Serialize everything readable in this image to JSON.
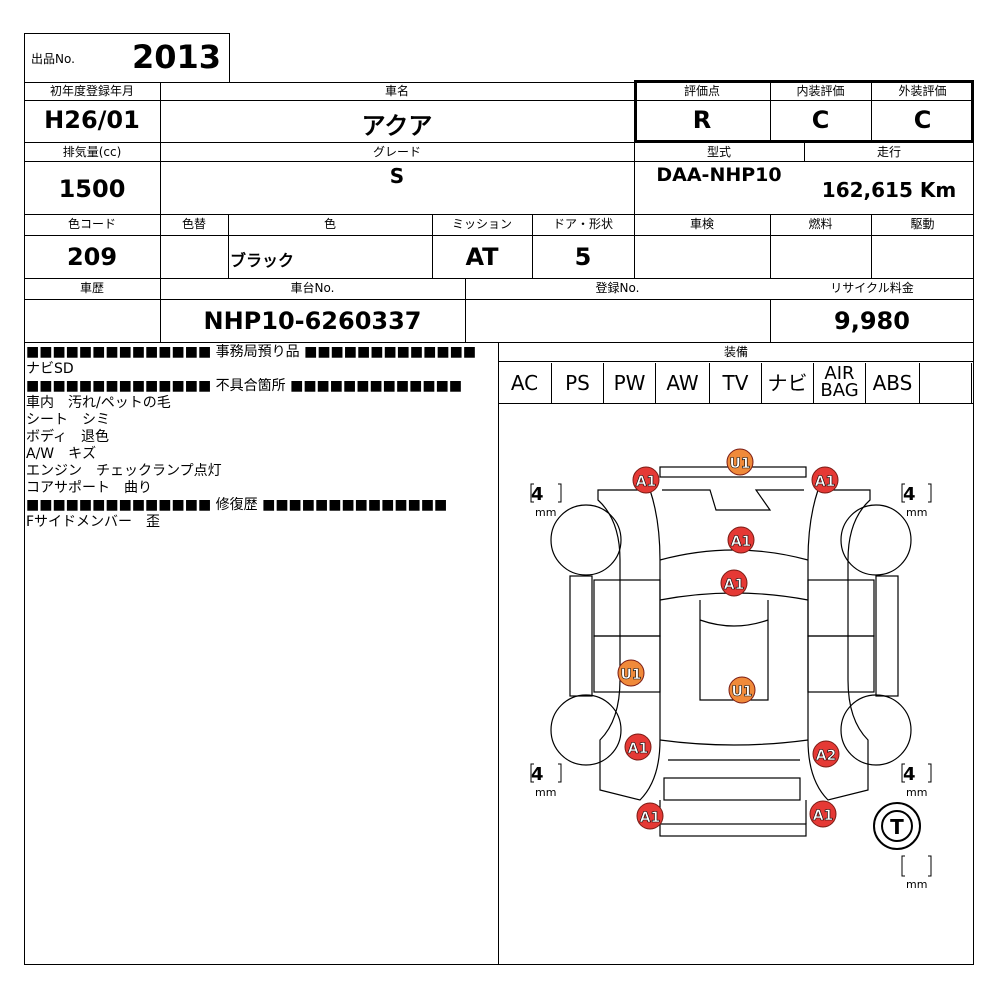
{
  "listing": {
    "label": "出品No.",
    "value": "2013"
  },
  "headers": {
    "first_reg": "初年度登録年月",
    "car_name": "車名",
    "score": "評価点",
    "interior": "内装評価",
    "exterior": "外装評価",
    "displacement": "排気量(cc)",
    "grade": "グレード",
    "model": "型式",
    "mileage": "走行",
    "color_code": "色コード",
    "repaint": "色替",
    "color": "色",
    "transmission": "ミッション",
    "doors": "ドア・形状",
    "inspection": "車検",
    "fuel": "燃料",
    "drive": "駆動",
    "history": "車歴",
    "chassis": "車台No.",
    "registration": "登録No.",
    "recycle": "リサイクル料金"
  },
  "values": {
    "first_reg": "H26/01",
    "car_name": "アクア",
    "score": "R",
    "interior": "C",
    "exterior": "C",
    "displacement": "1500",
    "grade": "S",
    "model": "DAA-NHP10",
    "mileage": "162,615 Km",
    "color_code": "209",
    "repaint": "",
    "color": "ブラック",
    "transmission": "AT",
    "doors": "5",
    "inspection": "",
    "fuel": "",
    "drive": "",
    "history": "",
    "chassis": "NHP10-6260337",
    "registration": "",
    "recycle": "9,980"
  },
  "notes": {
    "sec1_title": "■■■■■■■■■■■■■■ 事務局預り品 ■■■■■■■■■■■■■",
    "sec1_lines": [
      "ナビSD"
    ],
    "sec2_title": "■■■■■■■■■■■■■■ 不具合箇所 ■■■■■■■■■■■■■",
    "sec2_lines": [
      "車内　汚れ/ペットの毛",
      "シート　シミ",
      "ボディ　退色",
      "A/W　キズ",
      "エンジン　チェックランプ点灯",
      "コアサポート　曲り"
    ],
    "sec3_title": "■■■■■■■■■■■■■■ 修復歴 ■■■■■■■■■■■■■■",
    "sec3_lines": [
      "Fサイドメンバー　歪"
    ]
  },
  "equipment": {
    "title": "装備",
    "items": [
      "AC",
      "PS",
      "PW",
      "AW",
      "TV",
      "ナビ",
      "AIR\nBAG",
      "ABS",
      ""
    ]
  },
  "diagram": {
    "tire_value": "4",
    "tire_unit": "mm",
    "spare_label": "T",
    "marks": [
      "U1",
      "A1",
      "A1",
      "A1",
      "A1",
      "U1",
      "U1",
      "A1",
      "A2",
      "A1",
      "A1"
    ],
    "colors": {
      "A": "#e53935",
      "U": "#f08a3a"
    }
  }
}
